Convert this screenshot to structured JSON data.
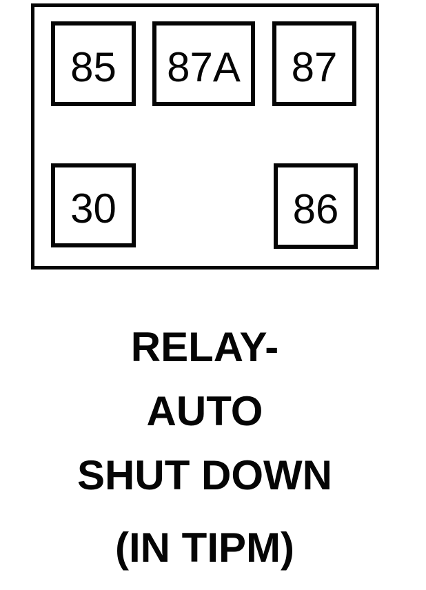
{
  "diagram": {
    "type": "relay-pinout",
    "pins": [
      {
        "label": "85",
        "row": "top",
        "position": "left"
      },
      {
        "label": "87A",
        "row": "top",
        "position": "center"
      },
      {
        "label": "87",
        "row": "top",
        "position": "right"
      },
      {
        "label": "30",
        "row": "bottom",
        "position": "left"
      },
      {
        "label": "86",
        "row": "bottom",
        "position": "right"
      }
    ],
    "caption": {
      "line1": "RELAY-",
      "line2": "AUTO",
      "line3": "SHUT DOWN",
      "line4": "(IN TIPM)"
    },
    "colors": {
      "line": "#050505",
      "background": "#ffffff"
    }
  }
}
